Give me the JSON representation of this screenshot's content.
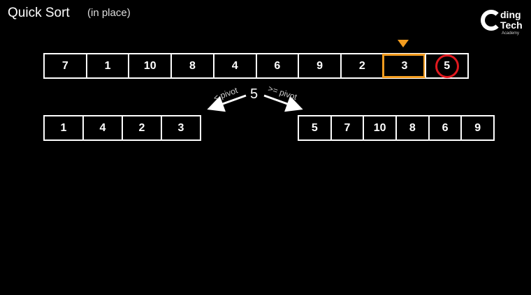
{
  "title": "Quick Sort",
  "subtitle": "(in place)",
  "logo": {
    "line1": "ding",
    "line2": "Tech",
    "line3": "Academy"
  },
  "main_array": [
    7,
    1,
    10,
    8,
    4,
    6,
    9,
    2,
    3,
    5
  ],
  "current_index": 8,
  "pivot_index": 9,
  "pivot_value": "5",
  "less_label": "< pivot",
  "greater_label": ">= pivot",
  "left_array": [
    1,
    4,
    2,
    3
  ],
  "right_array": [
    5,
    7,
    10,
    8,
    6,
    9
  ],
  "colors": {
    "current": "#f39c1f",
    "pivot": "#e0191f"
  }
}
